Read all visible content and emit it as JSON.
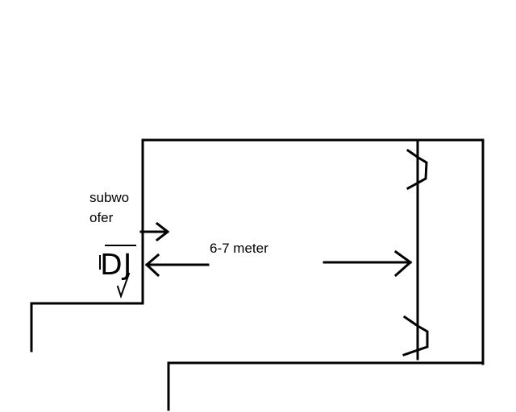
{
  "labels": {
    "subwoofer_line1": "subwo",
    "subwoofer_line2": "ofer",
    "dj": "DJ",
    "distance": "6-7 meter"
  },
  "colors": {
    "stroke": "#000000",
    "background": "#ffffff"
  }
}
